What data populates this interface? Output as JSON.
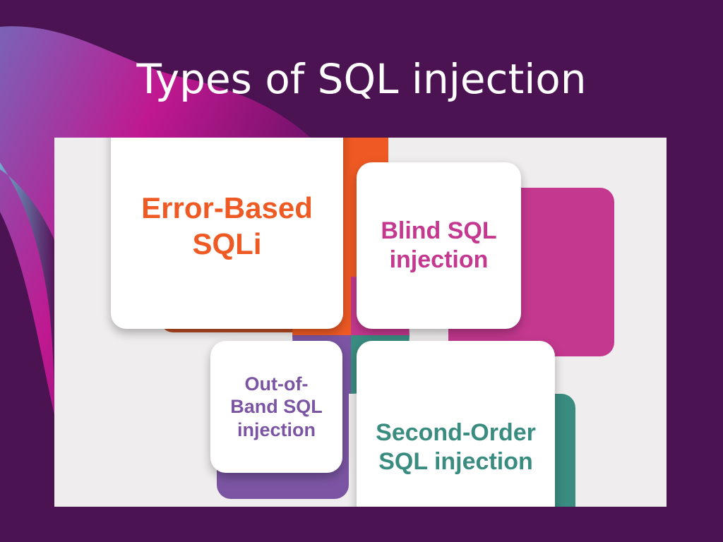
{
  "slide": {
    "title": "Types of SQL injection"
  },
  "diagram": {
    "cards": [
      {
        "label_line1": "Error-Based",
        "label_line2": "SQLi",
        "color": "#ef5a24"
      },
      {
        "label_line1": "Blind SQL",
        "label_line2": "injection",
        "color": "#c4388f"
      },
      {
        "label_line1": "Out-of-",
        "label_line2": "Band SQL",
        "label_line3": "injection",
        "color": "#7b55a3"
      },
      {
        "label_line1": "Second-Order",
        "label_line2": "SQL injection",
        "color": "#3a8c80"
      }
    ]
  },
  "colors": {
    "background": "#4b1352",
    "panel": "#efeded"
  }
}
